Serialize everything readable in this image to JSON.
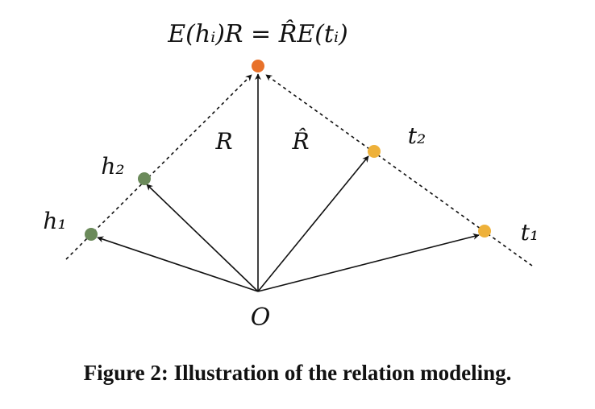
{
  "equation": "E(hᵢ)R = R̂E(tᵢ)",
  "labels": {
    "R": "R",
    "R_hat": "R̂",
    "origin": "O",
    "h1": "h₁",
    "h2": "h₂",
    "t1": "t₁",
    "t2": "t₂"
  },
  "caption": "Figure 2: Illustration of the relation modeling.",
  "colors": {
    "target": "#e8712a",
    "head": "#6b8a5a",
    "tail": "#eeb13a",
    "stroke": "#111111"
  }
}
